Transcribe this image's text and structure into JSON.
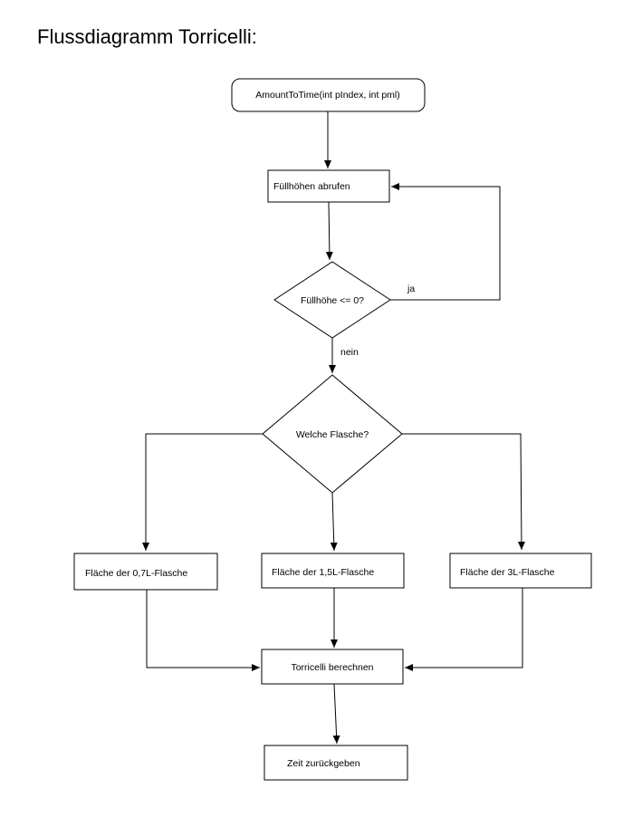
{
  "title": "Flussdiagramm Torricelli:",
  "nodes": {
    "start": "AmountToTime(int pIndex, int pml)",
    "fetch": "Füllhöhen abrufen",
    "check": "Füllhöhe <= 0?",
    "which": "Welche Flasche?",
    "area07": "Fläche der 0,7L-Flasche",
    "area15": "Fläche der 1,5L-Flasche",
    "area3": "Fläche der 3L-Flasche",
    "calc": "Torricelli berechnen",
    "return": "Zeit zurückgeben"
  },
  "edges": {
    "yes_label": "ja",
    "no_label": "nein"
  }
}
